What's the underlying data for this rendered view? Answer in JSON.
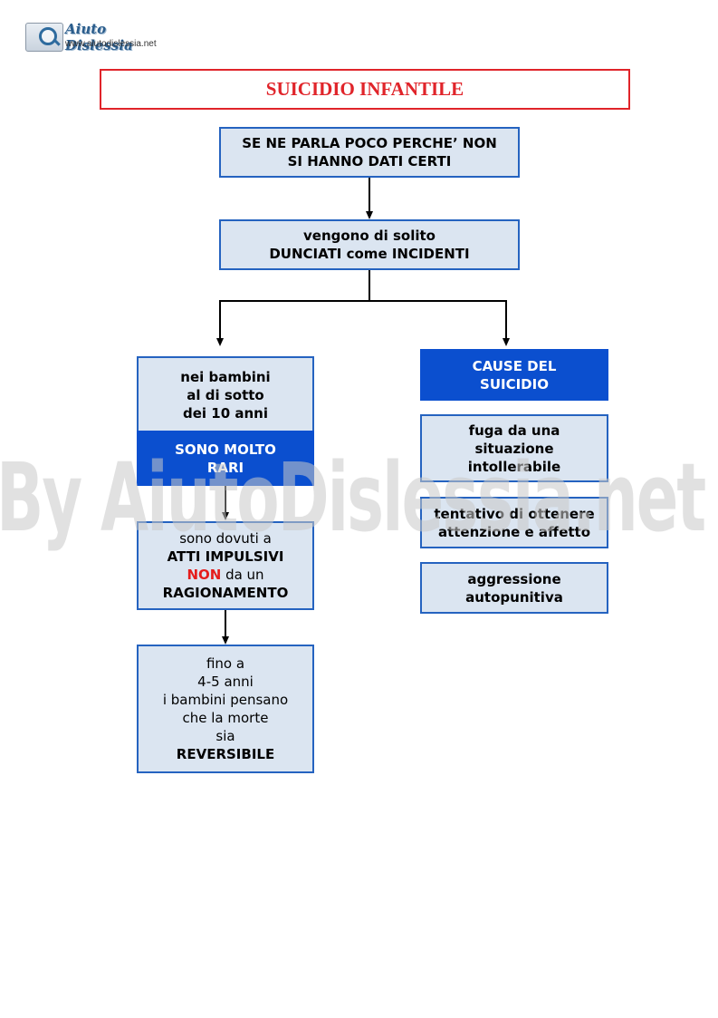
{
  "header": {
    "logo_title": "Aiuto Dislessia",
    "logo_url": "www.aiutodislessia.net"
  },
  "watermark": "By AiutoDislessia.net",
  "title": "SUICIDIO INFANTILE",
  "top_box": {
    "line1": "SE NE PARLA POCO PERCHE’ NON",
    "line2": "SI HANNO DATI CERTI"
  },
  "second_box": {
    "line1": "vengono di solito",
    "line2": "DUNCIATI come INCIDENTI"
  },
  "left_branch": {
    "children_box": {
      "line1": "nei bambini",
      "line2": "al di sotto",
      "line3": "dei 10 anni"
    },
    "rare_box": {
      "line1": "SONO MOLTO",
      "line2": "RARI"
    },
    "impulsive_box": {
      "line1": "sono dovuti a",
      "line2": "ATTI IMPULSIVI",
      "line3_red": "NON",
      "line3_rest": " da un",
      "line4": "RAGIONAMENTO"
    },
    "reversible_box": {
      "line1": "fino a",
      "line2": "4-5 anni",
      "line3": "i bambini pensano",
      "line4": "che la morte",
      "line5": "sia",
      "line6": "REVERSIBILE"
    }
  },
  "right_branch": {
    "causes_header": {
      "line1": "CAUSE DEL",
      "line2": "SUICIDIO"
    },
    "causes": [
      {
        "line1": "fuga da una",
        "line2": "situazione",
        "line3": "intollerabile"
      },
      {
        "line1": "tentativo di ottenere",
        "line2": "attenzione e affetto"
      },
      {
        "line1": "aggressione",
        "line2": "autopunitiva"
      }
    ]
  },
  "colors": {
    "box_fill": "#dbe5f1",
    "box_border": "#2563c0",
    "dark_fill": "#0b4fcf",
    "title_red": "#e0242a",
    "highlight_red": "#e51d1d"
  }
}
